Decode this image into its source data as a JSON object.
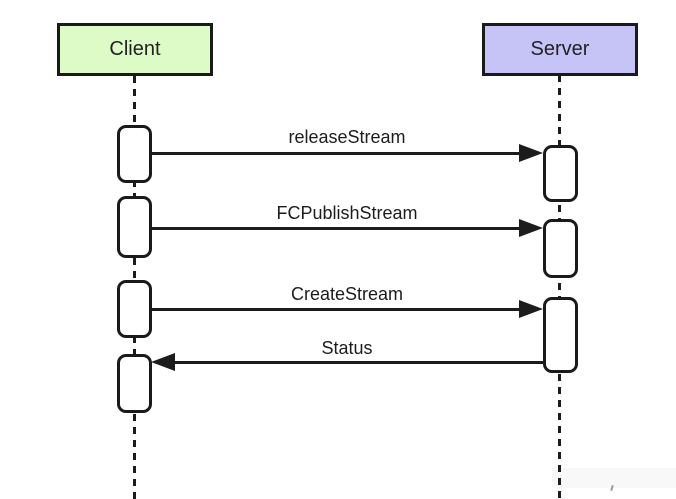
{
  "diagram": {
    "type": "sequence",
    "colors": {
      "client_fill": "#ddfbc7",
      "server_fill": "#c6c3f7",
      "line": "#1c1c1c",
      "background": "#ffffff"
    },
    "actors": [
      {
        "id": "client",
        "label": "Client"
      },
      {
        "id": "server",
        "label": "Server"
      }
    ],
    "messages": [
      {
        "label": "releaseStream",
        "from": "Client",
        "to": "Server",
        "direction": "right"
      },
      {
        "label": "FCPublishStream",
        "from": "Client",
        "to": "Server",
        "direction": "right"
      },
      {
        "label": "CreateStream",
        "from": "Client",
        "to": "Server",
        "direction": "right"
      },
      {
        "label": "Status",
        "from": "Server",
        "to": "Client",
        "direction": "left"
      }
    ]
  }
}
